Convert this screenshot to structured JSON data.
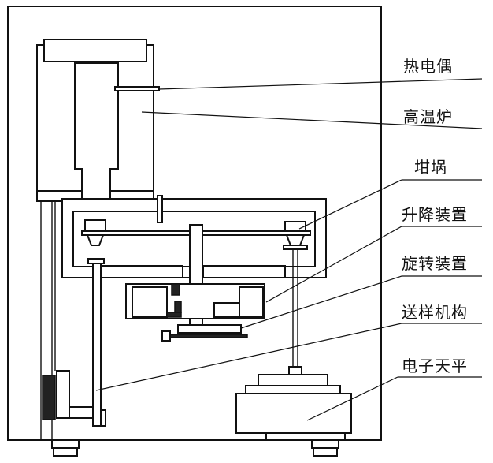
{
  "labels": {
    "thermocouple": "热电偶",
    "furnace": "高温炉",
    "crucible": "坩埚",
    "lift": "升降装置",
    "rotation": "旋转装置",
    "sample_feed": "送样机构",
    "balance": "电子天平"
  },
  "colors": {
    "line": "#111111",
    "background": "#ffffff"
  }
}
